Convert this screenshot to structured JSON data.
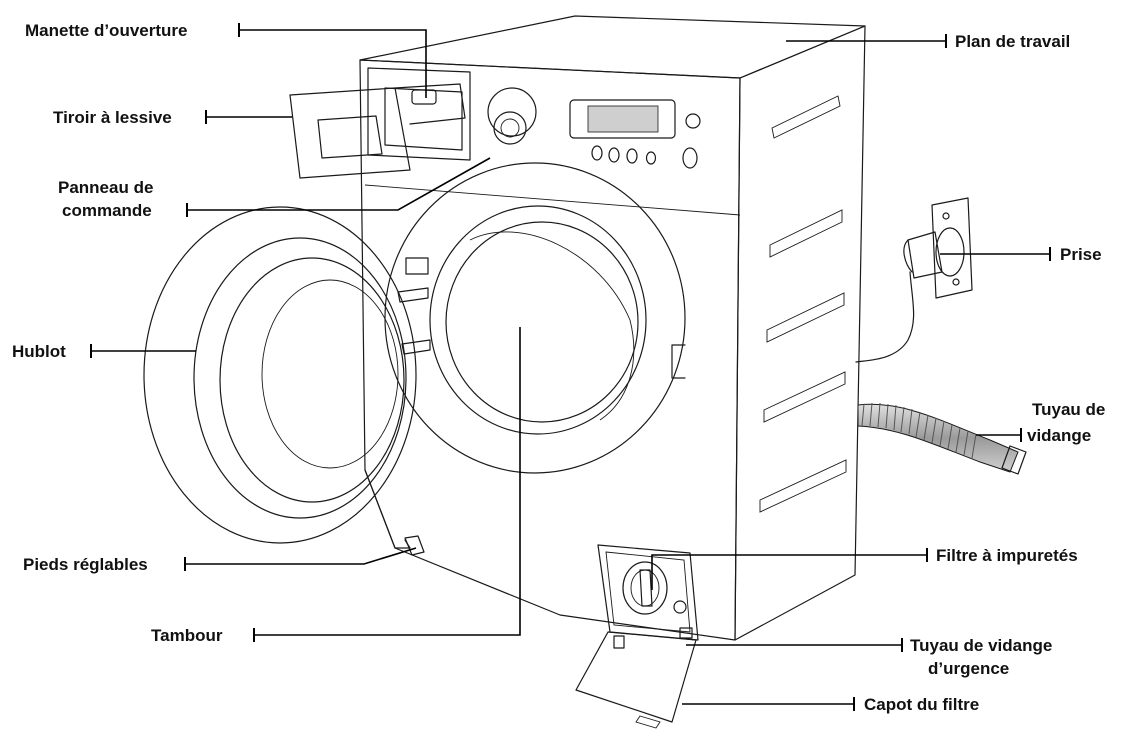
{
  "labels": {
    "manette": "Manette d’ouverture",
    "tiroir": "Tiroir à lessive",
    "panneau_l1": "Panneau de",
    "panneau_l2": "commande",
    "hublot": "Hublot",
    "pieds": "Pieds réglables",
    "tambour": "Tambour",
    "plan": "Plan de travail",
    "prise": "Prise",
    "tuyau_l1": "Tuyau de",
    "tuyau_l2": "vidange",
    "filtre": "Filtre à impuretés",
    "urgence_l1": "Tuyau de vidange",
    "urgence_l2": "d’urgence",
    "capot": "Capot du filtre"
  },
  "colors": {
    "line": "#1a1a1a",
    "glass_light": "#f4f4f4",
    "glass_dark": "#c4c4c4",
    "label": "#111111"
  },
  "icons": {
    "plug": "power-plug-icon"
  }
}
